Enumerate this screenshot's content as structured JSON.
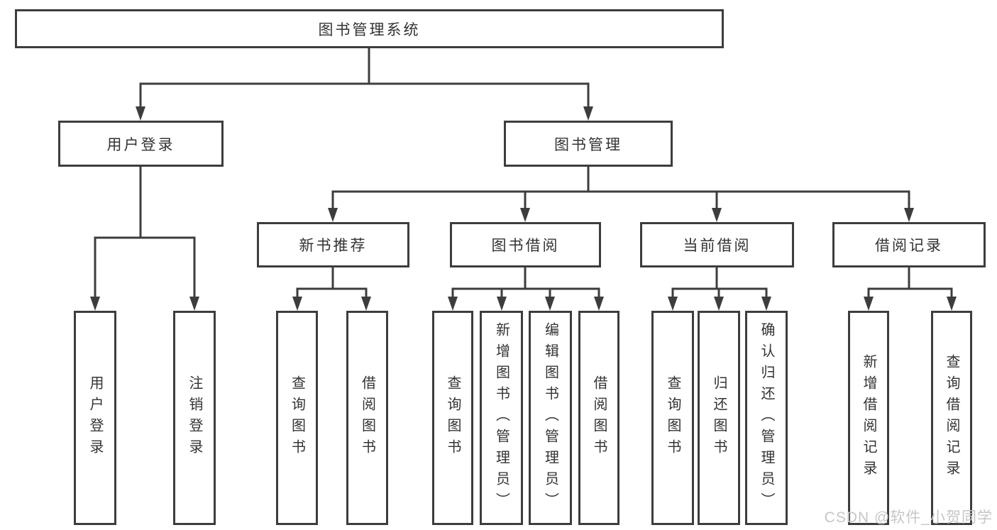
{
  "tree": {
    "root": "图书管理系统",
    "branches": [
      {
        "label": "用户登录",
        "leaves": [
          "用户登录",
          "注销登录"
        ]
      },
      {
        "label": "图书管理",
        "groups": [
          {
            "label": "新书推荐",
            "leaves": [
              "查询图书",
              "借阅图书"
            ]
          },
          {
            "label": "图书借阅",
            "leaves": [
              "查询图书",
              "新增图书（管理员）",
              "编辑图书（管理员）",
              "借阅图书"
            ]
          },
          {
            "label": "当前借阅",
            "leaves": [
              "查询图书",
              "归还图书",
              "确认归还（管理员）"
            ]
          },
          {
            "label": "借阅记录",
            "leaves": [
              "新增借阅记录",
              "查询借阅记录"
            ]
          }
        ]
      }
    ]
  },
  "watermark": {
    "text": "CSDN @软件_小贺同学"
  },
  "colors": {
    "line": "#3d3d3d",
    "text": "#333333",
    "background": "#ffffff",
    "watermark": "#c6c6c6"
  }
}
